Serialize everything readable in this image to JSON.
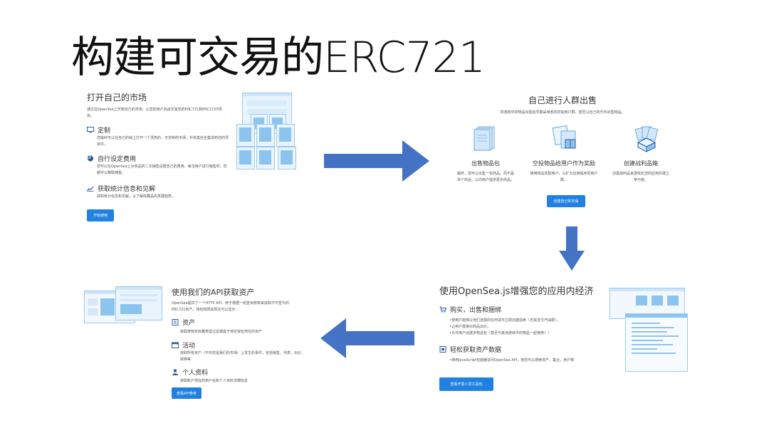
{
  "title": "构建可交易的ERC721",
  "panel1": {
    "heading": "打开自己的市场",
    "intro": "通过在OpenSea上开放自己的市场，让您的用户自由交易您的ERC721和ERC1155项目。",
    "sections": [
      {
        "icon": "monitor-icon",
        "title": "定制",
        "desc": "您最终可以在自己的域上打开一个漂亮的、可定制的市场，并将其完全集成到您的项目中。"
      },
      {
        "icon": "pie-chart-icon",
        "title": "自行设定费用",
        "desc": "您可以在OpenSea上对商品的二次销售设置自己的费用。每当用户进行销售时，您都可以赚取佣金。"
      },
      {
        "icon": "line-chart-icon",
        "title": "获取统计信息和见解",
        "desc": "获取统计信息和见解，以了解收藏品的发展趋势。"
      }
    ],
    "button": "开始使用"
  },
  "panel2": {
    "heading": "自己进行人群出售",
    "intro": "将游戏中的物品出售给早期采用者的初始用户群。甚至以自己的代币出售物品。",
    "columns": [
      {
        "icon": "cards-stack-icon",
        "title": "出售物品包",
        "desc": "最终，您可以出售一包商品，而不是单个商品，以向用户提供更多商品。"
      },
      {
        "icon": "airdrop-gift-icon",
        "title": "空投物品给用户作为奖励",
        "desc": "使用物品奖励用户，以扩大应用程序的用户群。"
      },
      {
        "icon": "loot-box-icon",
        "title": "创建战利品箱",
        "desc": "创建战利品来游戏化您的应用并建立参与度。"
      }
    ],
    "button": "创建自己的交易"
  },
  "panel3": {
    "heading": "使用OpenSea.js增强您的应用内经济",
    "sections": [
      {
        "icon": "cart-icon",
        "title": "购买，出售和捆绑",
        "lines": [
          "•使用户能够以他们选择的任何货币立即创建拍卖（无需支付汽油费）。",
          "•让用户直接对商品出价。",
          "•允许用户创建多物品包（甚至与其他游戏中的物品一起使用！）"
        ]
      },
      {
        "icon": "data-icon",
        "title": "轻松获取资产数据",
        "lines": [
          "•使用JavaScript包装器访问OpenSea API，使您可以搜索资产，集合，用户等"
        ]
      }
    ],
    "button": "查看开发人员工具包"
  },
  "panel4": {
    "heading": "使用我们的API获取资产",
    "intro": "OpenSea提供了一个HTTP API，用于根据一组查询参数来获取不可替代的ERC721资产。钱包和网站现在可以显示：",
    "sections": [
      {
        "icon": "asset-icon",
        "title": "资产",
        "desc": "获取按特定收藏类型过滤或属于特定钱包地址的资产"
      },
      {
        "icon": "calendar-icon",
        "title": "活动",
        "desc": "获取所有资产（不仅仅是我们的市场）上发生的事件，包括销售、列表、出价、转移等"
      },
      {
        "icon": "user-icon",
        "title": "个人资料",
        "desc": "获取帐户地址的用户名和个人资料详细信息"
      }
    ],
    "button": "查看API参考"
  },
  "colors": {
    "accent": "#2081e2",
    "arrow": "#4472c4"
  }
}
